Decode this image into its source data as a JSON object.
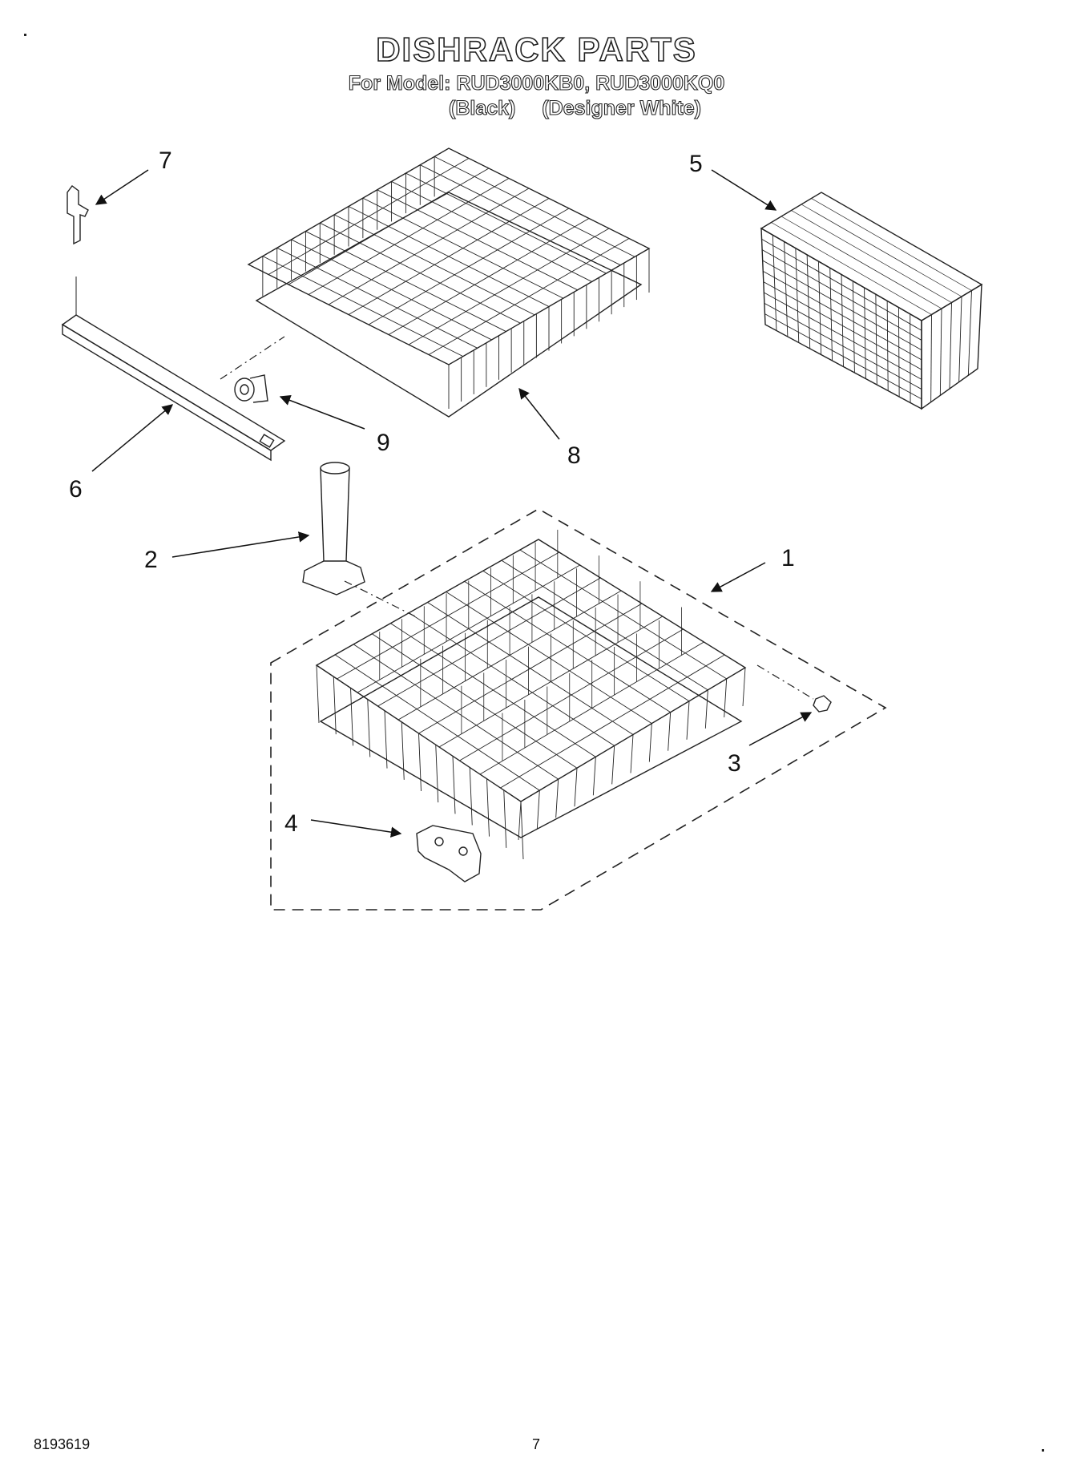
{
  "header": {
    "title": "DISHRACK PARTS",
    "model_line": "For Model: RUD3000KB0, RUD3000KQ0",
    "color_black": "(Black)",
    "color_white": "(Designer White)"
  },
  "callouts": [
    {
      "id": "1",
      "label": "1"
    },
    {
      "id": "2",
      "label": "2"
    },
    {
      "id": "3",
      "label": "3"
    },
    {
      "id": "4",
      "label": "4"
    },
    {
      "id": "5",
      "label": "5"
    },
    {
      "id": "6",
      "label": "6"
    },
    {
      "id": "7",
      "label": "7"
    },
    {
      "id": "8",
      "label": "8"
    },
    {
      "id": "9",
      "label": "9"
    }
  ],
  "footer": {
    "doc_number": "8193619",
    "page_number": "7"
  }
}
